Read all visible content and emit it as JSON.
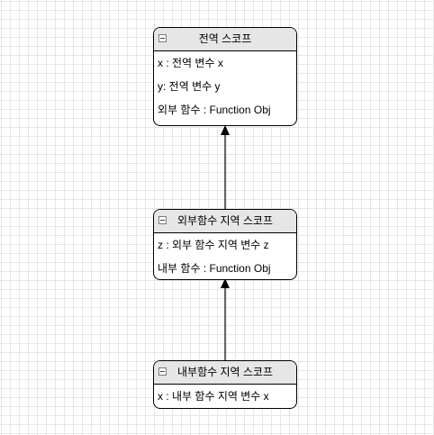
{
  "nodes": [
    {
      "title": "전역 스코프",
      "rows": [
        "x : 전역 변수 x",
        "y: 전역 변수 y",
        "외부 함수 : Function Obj"
      ]
    },
    {
      "title": "외부함수 지역 스코프",
      "rows": [
        "z : 외부 함수 지역 변수 z",
        "내부 함수 : Function Obj"
      ]
    },
    {
      "title": "내부함수 지역 스코프",
      "rows": [
        "x : 내부 함수 지역 변수 x"
      ]
    }
  ],
  "edges": [
    {
      "from": "외부함수 지역 스코프",
      "to": "전역 스코프"
    },
    {
      "from": "내부함수 지역 스코프",
      "to": "외부함수 지역 스코프"
    }
  ]
}
